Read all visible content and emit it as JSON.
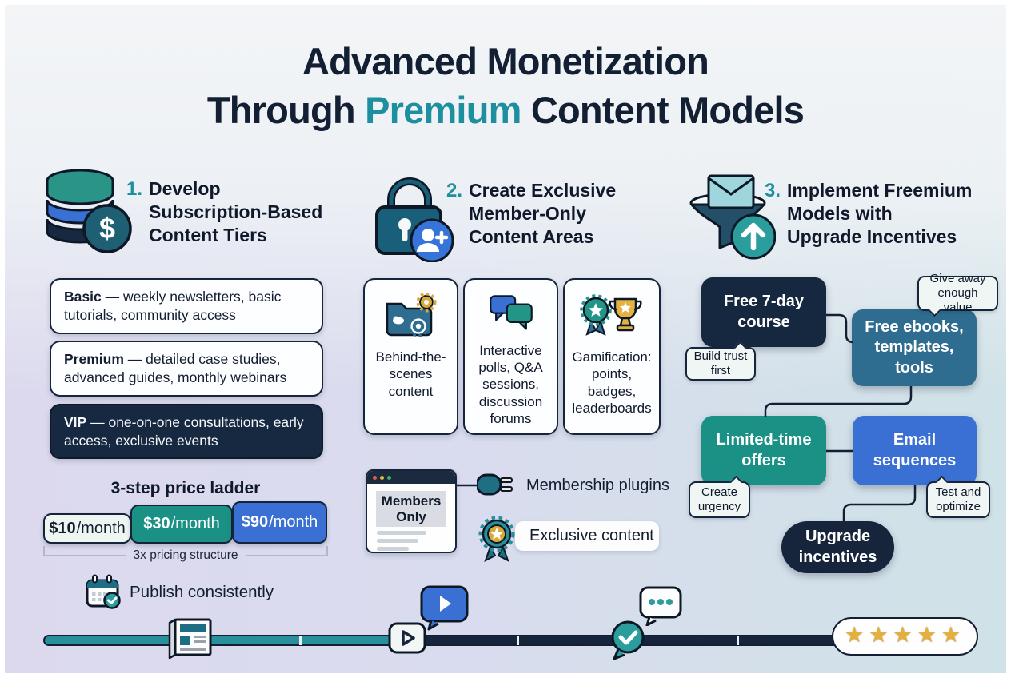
{
  "title": {
    "line1": "Advanced Monetization",
    "line2_pre": "Through",
    "line2_highlight": "Premium",
    "line2_post": "Content Models"
  },
  "colors": {
    "navy": "#16253c",
    "teal_accent": "#1d8f9e",
    "teal_box": "#1b9186",
    "steel_blue": "#2e6d90",
    "blue": "#3a70d3",
    "gold": "#dfab3e",
    "timeline_teal": "#27909c"
  },
  "columns": {
    "c1": {
      "number": "1.",
      "icon": "database-dollar-icon",
      "heading_lines": [
        "Develop",
        "Subscription-Based",
        "Content Tiers"
      ],
      "tiers": [
        {
          "name": "Basic",
          "desc": "— weekly newsletters, basic tutorials, community access"
        },
        {
          "name": "Premium",
          "desc": "— detailed case studies, advanced guides, monthly webinars"
        },
        {
          "name": "VIP",
          "desc": "— one-on-one consultations, early access, exclusive events"
        }
      ],
      "ladder": {
        "title": "3-step price ladder",
        "steps": [
          {
            "price": "$10",
            "unit": "/month"
          },
          {
            "price": "$30",
            "unit": "/month"
          },
          {
            "price": "$90",
            "unit": "/month"
          }
        ],
        "note": "3x pricing structure"
      }
    },
    "c2": {
      "number": "2.",
      "icon": "padlock-add-member-icon",
      "heading_lines": [
        "Create Exclusive",
        "Member-Only",
        "Content Areas"
      ],
      "cards": [
        {
          "icon": "folder-gears-icon",
          "label": "Behind-the-scenes content"
        },
        {
          "icon": "chat-bubbles-icon",
          "label": "Interactive polls, Q&A sessions, discussion forums"
        },
        {
          "icon": "badge-trophy-icon",
          "label": "Gamification: points, badges, leaderboards"
        }
      ],
      "browser": {
        "title": "Members Only"
      },
      "plugins_label": "Membership plugins",
      "exclusive_label": "Exclusive content"
    },
    "c3": {
      "number": "3.",
      "icon": "funnel-email-upgrade-icon",
      "heading_lines": [
        "Implement Freemium",
        "Models with",
        "Upgrade Incentives"
      ],
      "nodes": {
        "course": "Free 7-day course",
        "ebooks": "Free ebooks, templates, tools",
        "offers": "Limited-time offers",
        "email": "Email sequences",
        "upgrade": "Upgrade incentives"
      },
      "bubbles": {
        "trust": "Build trust first",
        "value": "Give away enough value",
        "urgency": "Create urgency",
        "test": "Test and optimize"
      }
    }
  },
  "timeline": {
    "publish_label": "Publish consistently",
    "icons": [
      "calendar-check-icon",
      "newspaper-icon",
      "play-button-icon",
      "video-bubble-icon",
      "check-bubble-icon",
      "dots-bubble-icon",
      "five-stars-icon"
    ],
    "rating": "★★★★★"
  }
}
